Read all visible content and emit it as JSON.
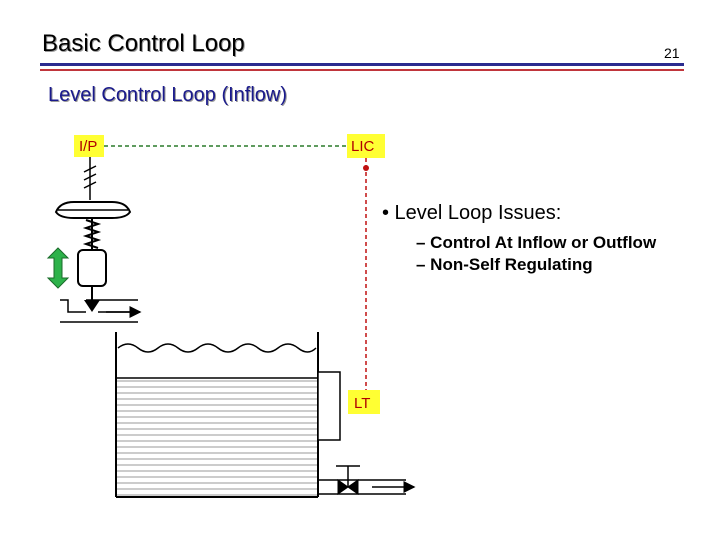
{
  "header": {
    "title": "Basic Control Loop",
    "slide_number": "21",
    "accent_blue": "#2b2b8f",
    "accent_red": "#c0353b"
  },
  "subtitle": "Level Control Loop (Inflow)",
  "instruments": {
    "ip": "I/P",
    "lic": "LIC",
    "lt": "LT",
    "tag_fill": "#ffff33",
    "tag_text_color": "#b00000"
  },
  "bullets": {
    "main": "• Level Loop Issues:",
    "sub1": "– Control  At Inflow or Outflow",
    "sub2": "– Non-Self Regulating"
  }
}
